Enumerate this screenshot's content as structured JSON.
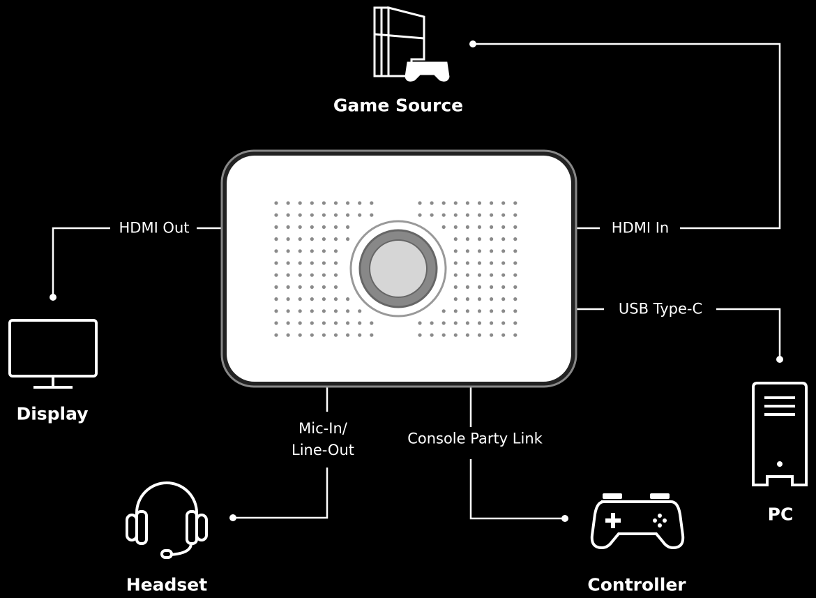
{
  "device_nodes": {
    "game_source": "Game Source",
    "display": "Display",
    "pc": "PC",
    "headset": "Headset",
    "controller": "Controller"
  },
  "ports": {
    "hdmi_out": "HDMI Out",
    "hdmi_in": "HDMI In",
    "usb_c": "USB Type-C",
    "mic_in_line1": "Mic-In/",
    "mic_in_line2": "Line-Out",
    "party_link": "Console Party Link"
  },
  "colors": {
    "background": "#000000",
    "line": "#ffffff",
    "device_body": "#ffffff",
    "dots": "#8a8a8a",
    "dial": "#9a9a9a"
  }
}
